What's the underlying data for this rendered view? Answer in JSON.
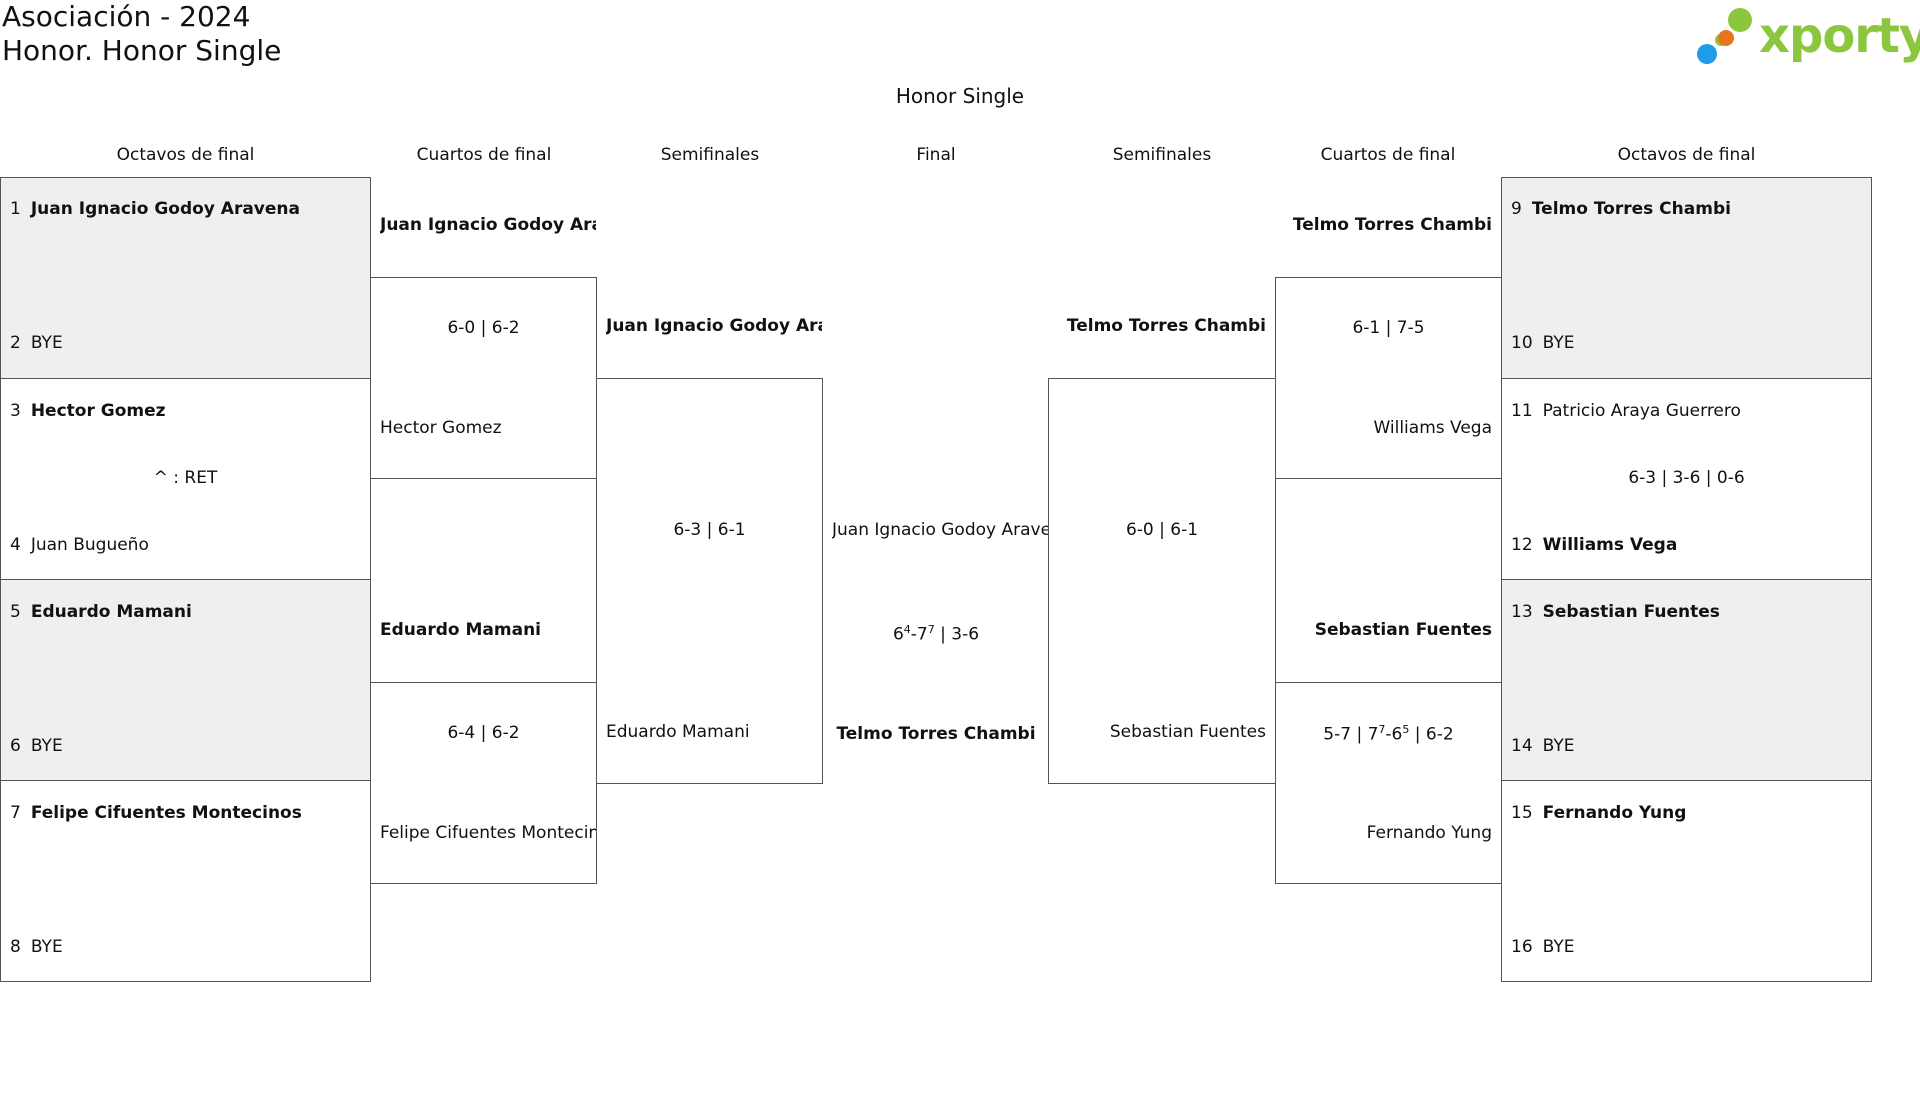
{
  "header": {
    "title": "Asociación - 2024",
    "subtitle": "Honor. Honor Single",
    "draw_title": "Honor Single",
    "logo_text": "xporty",
    "logo_colors": [
      "#8cc63f",
      "#1e9be9",
      "#e8741c",
      "#8cc63f"
    ]
  },
  "rounds": {
    "left_r16": "Octavos de final",
    "left_qf": "Cuartos de final",
    "left_sf": "Semifinales",
    "final": "Final",
    "right_sf": "Semifinales",
    "right_qf": "Cuartos de final",
    "right_r16": "Octavos de final"
  },
  "r16_left": [
    {
      "seed_a": "1",
      "player_a": "Juan Ignacio Godoy Aravena",
      "seed_b": "2",
      "player_b": "BYE",
      "note": ""
    },
    {
      "seed_a": "3",
      "player_a": "Hector Gomez",
      "seed_b": "4",
      "player_b": "Juan Bugueño",
      "note": "^ : RET"
    },
    {
      "seed_a": "5",
      "player_a": "Eduardo Mamani",
      "seed_b": "6",
      "player_b": "BYE",
      "note": ""
    },
    {
      "seed_a": "7",
      "player_a": "Felipe Cifuentes Montecinos",
      "seed_b": "8",
      "player_b": "BYE",
      "note": ""
    }
  ],
  "r16_right": [
    {
      "seed_a": "9",
      "player_a": "Telmo Torres Chambi",
      "seed_b": "10",
      "player_b": "BYE",
      "score": ""
    },
    {
      "seed_a": "11",
      "player_a": "Patricio Araya Guerrero",
      "seed_b": "12",
      "player_b": "Williams Vega",
      "score": "6-3 | 3-6 | 0-6"
    },
    {
      "seed_a": "13",
      "player_a": "Sebastian Fuentes",
      "seed_b": "14",
      "player_b": "BYE",
      "score": ""
    },
    {
      "seed_a": "15",
      "player_a": "Fernando Yung",
      "seed_b": "16",
      "player_b": "BYE",
      "score": ""
    }
  ],
  "qf_left": [
    {
      "winner": "Juan Ignacio Godoy Aravena",
      "score": "6-0 | 6-2",
      "loser": "Hector Gomez"
    },
    {
      "winner": "Eduardo Mamani",
      "score": "6-4 | 6-2",
      "loser": "Felipe Cifuentes Montecinos"
    }
  ],
  "qf_right": [
    {
      "winner": "Telmo Torres Chambi",
      "score": "6-1 | 7-5",
      "loser": "Williams Vega"
    },
    {
      "winner": "Sebastian Fuentes",
      "score_parts": [
        "5-7 | 7",
        "7",
        "-6",
        "5",
        " | 6-2"
      ],
      "loser": "Fernando Yung"
    }
  ],
  "sf_left": {
    "winner": "Juan Ignacio Godoy Aravena",
    "score": "6-3 | 6-1",
    "loser": "Eduardo Mamani"
  },
  "sf_right": {
    "winner": "Telmo Torres Chambi",
    "score": "6-0 | 6-1",
    "loser": "Sebastian Fuentes"
  },
  "final": {
    "player_a": "Juan Ignacio Godoy Aravena",
    "score_parts": [
      "6",
      "4",
      "-7",
      "7",
      " | 3-6"
    ],
    "player_b": "Telmo Torres Chambi"
  }
}
